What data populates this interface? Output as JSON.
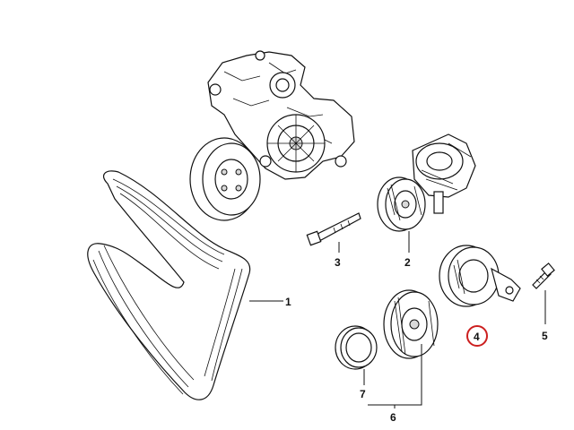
{
  "callouts": [
    {
      "id": "belt",
      "label": "1"
    },
    {
      "id": "tensioner",
      "label": "2"
    },
    {
      "id": "bolt-long",
      "label": "3"
    },
    {
      "id": "idler-pulley",
      "label": "4",
      "highlighted": true
    },
    {
      "id": "bolt-short",
      "label": "5"
    },
    {
      "id": "pulley-set",
      "label": "6"
    },
    {
      "id": "cap",
      "label": "7"
    }
  ],
  "colors": {
    "ink": "#111111",
    "highlight": "#cc1f1f",
    "background": "#ffffff"
  }
}
